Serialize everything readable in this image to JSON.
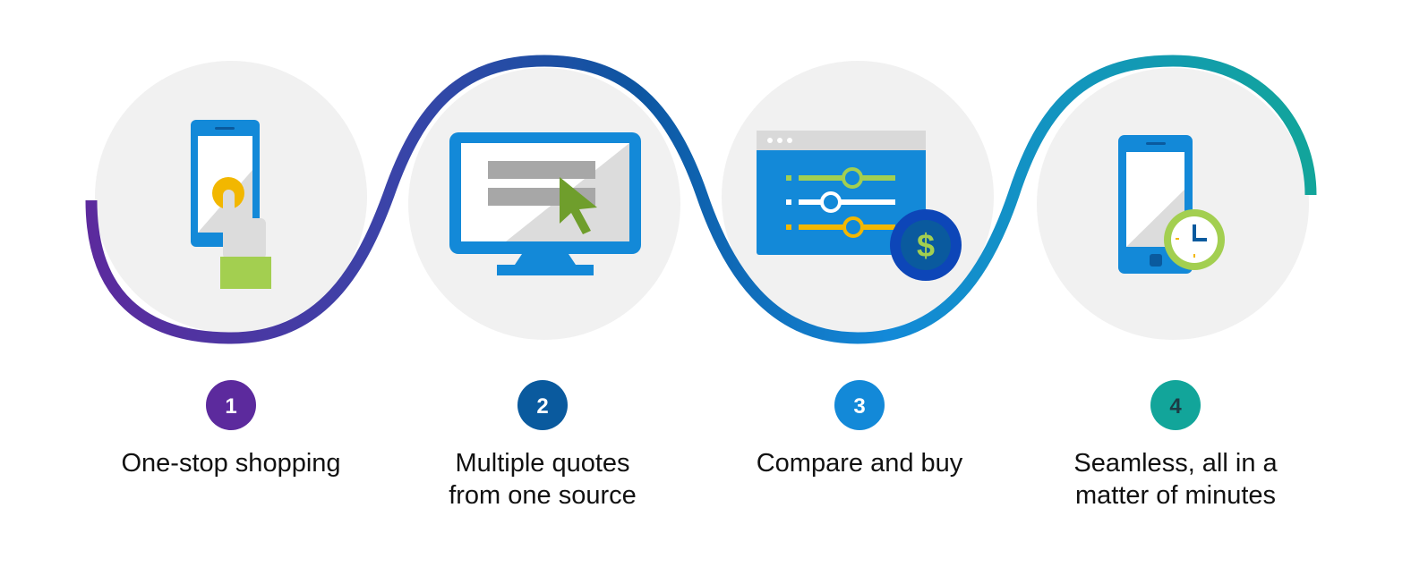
{
  "colors": {
    "purple": "#5c2a9d",
    "navy": "#0a5a9e",
    "blue": "#1389d8",
    "teal": "#12a59a",
    "circle_bg": "#f1f1f1",
    "green": "#a3cf50",
    "yellow": "#f2b700",
    "grey": "#a7a7a7"
  },
  "steps": [
    {
      "number": "1",
      "lines": [
        "One-stop shopping"
      ],
      "icon": "phone-tap-icon",
      "color": "#5c2a9d"
    },
    {
      "number": "2",
      "lines": [
        "Multiple quotes",
        "from one source"
      ],
      "icon": "monitor-cursor-icon",
      "color": "#0a5a9e"
    },
    {
      "number": "3",
      "lines": [
        "Compare and buy"
      ],
      "icon": "sliders-dollar-icon",
      "color": "#1389d8"
    },
    {
      "number": "4",
      "lines": [
        "Seamless, all in a",
        "matter of minutes"
      ],
      "icon": "phone-clock-icon",
      "color": "#12a59a"
    }
  ]
}
